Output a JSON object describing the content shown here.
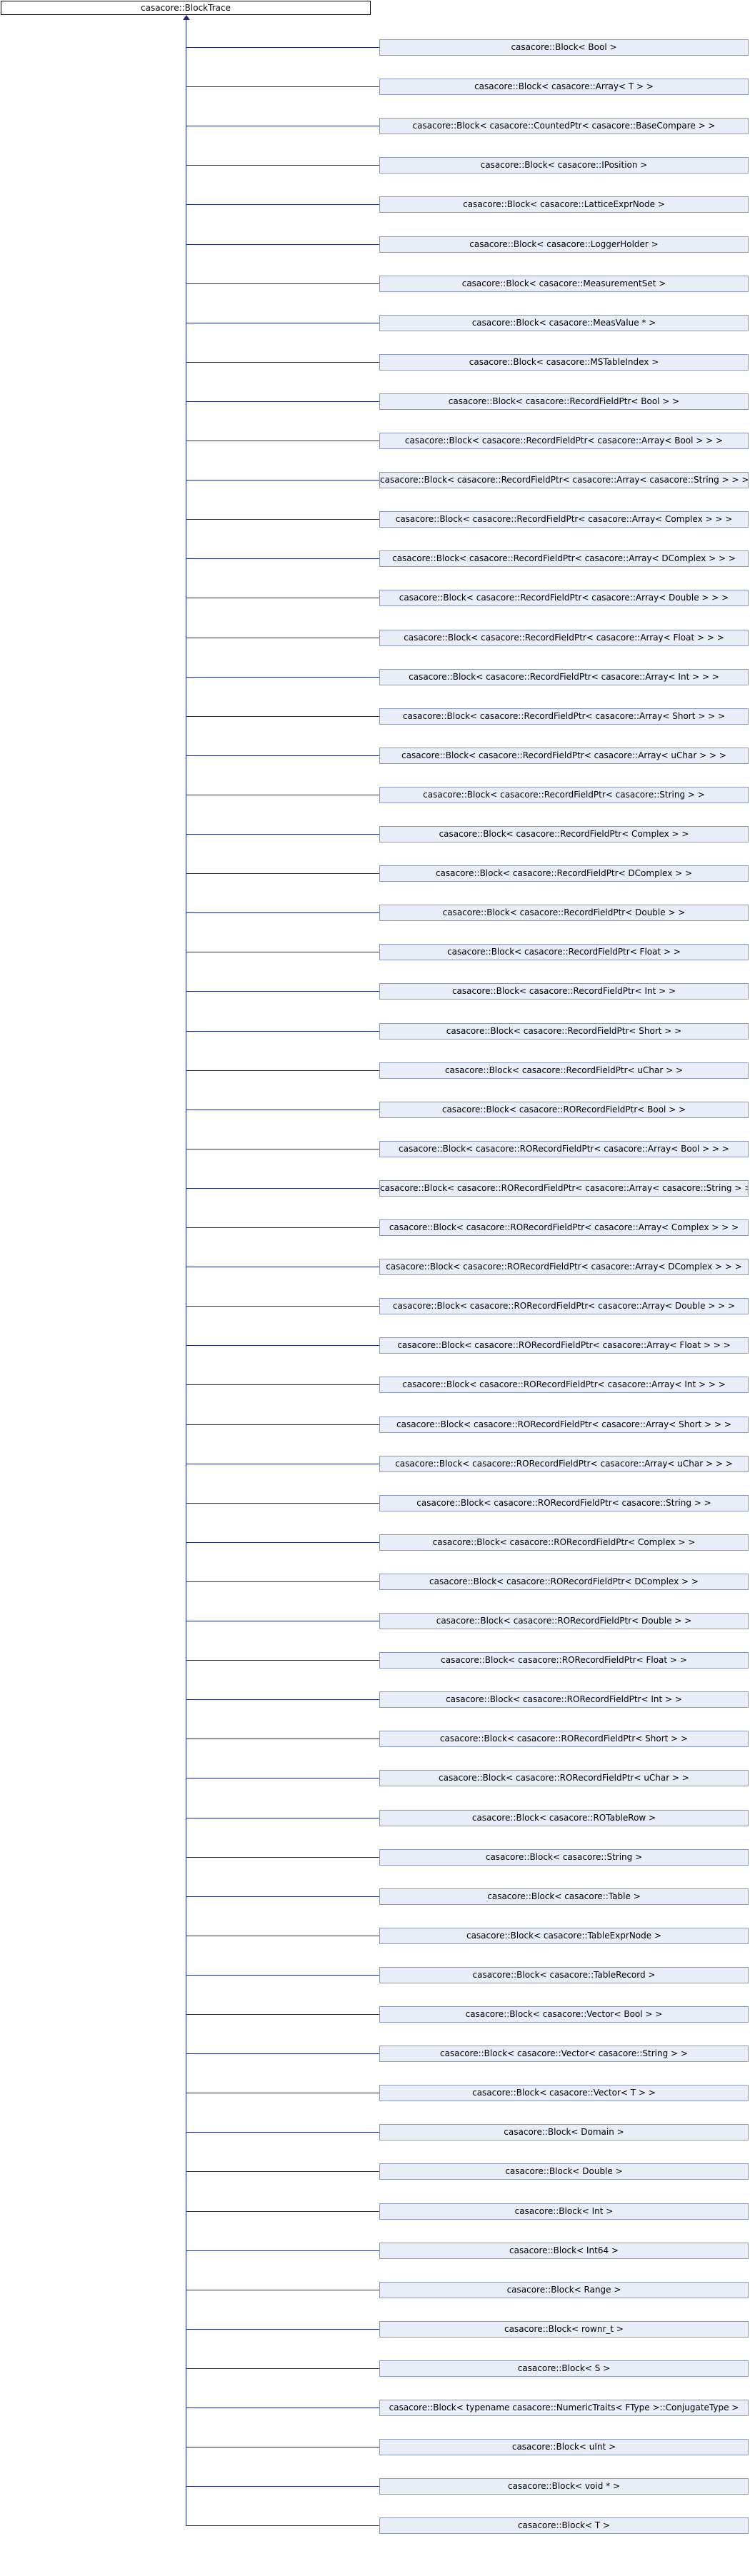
{
  "root": {
    "label": "casacore::BlockTrace"
  },
  "children": [
    "casacore::Block< Bool >",
    "casacore::Block< casacore::Array< T > >",
    "casacore::Block< casacore::CountedPtr< casacore::BaseCompare > >",
    "casacore::Block< casacore::IPosition >",
    "casacore::Block< casacore::LatticeExprNode >",
    "casacore::Block< casacore::LoggerHolder >",
    "casacore::Block< casacore::MeasurementSet >",
    "casacore::Block< casacore::MeasValue * >",
    "casacore::Block< casacore::MSTableIndex >",
    "casacore::Block< casacore::RecordFieldPtr< Bool > >",
    "casacore::Block< casacore::RecordFieldPtr< casacore::Array< Bool > > >",
    "casacore::Block< casacore::RecordFieldPtr< casacore::Array< casacore::String > > >",
    "casacore::Block< casacore::RecordFieldPtr< casacore::Array< Complex > > >",
    "casacore::Block< casacore::RecordFieldPtr< casacore::Array< DComplex > > >",
    "casacore::Block< casacore::RecordFieldPtr< casacore::Array< Double > > >",
    "casacore::Block< casacore::RecordFieldPtr< casacore::Array< Float > > >",
    "casacore::Block< casacore::RecordFieldPtr< casacore::Array< Int > > >",
    "casacore::Block< casacore::RecordFieldPtr< casacore::Array< Short > > >",
    "casacore::Block< casacore::RecordFieldPtr< casacore::Array< uChar > > >",
    "casacore::Block< casacore::RecordFieldPtr< casacore::String > >",
    "casacore::Block< casacore::RecordFieldPtr< Complex > >",
    "casacore::Block< casacore::RecordFieldPtr< DComplex > >",
    "casacore::Block< casacore::RecordFieldPtr< Double > >",
    "casacore::Block< casacore::RecordFieldPtr< Float > >",
    "casacore::Block< casacore::RecordFieldPtr< Int > >",
    "casacore::Block< casacore::RecordFieldPtr< Short > >",
    "casacore::Block< casacore::RecordFieldPtr< uChar > >",
    "casacore::Block< casacore::RORecordFieldPtr< Bool > >",
    "casacore::Block< casacore::RORecordFieldPtr< casacore::Array< Bool > > >",
    "casacore::Block< casacore::RORecordFieldPtr< casacore::Array< casacore::String > > >",
    "casacore::Block< casacore::RORecordFieldPtr< casacore::Array< Complex > > >",
    "casacore::Block< casacore::RORecordFieldPtr< casacore::Array< DComplex > > >",
    "casacore::Block< casacore::RORecordFieldPtr< casacore::Array< Double > > >",
    "casacore::Block< casacore::RORecordFieldPtr< casacore::Array< Float > > >",
    "casacore::Block< casacore::RORecordFieldPtr< casacore::Array< Int > > >",
    "casacore::Block< casacore::RORecordFieldPtr< casacore::Array< Short > > >",
    "casacore::Block< casacore::RORecordFieldPtr< casacore::Array< uChar > > >",
    "casacore::Block< casacore::RORecordFieldPtr< casacore::String > >",
    "casacore::Block< casacore::RORecordFieldPtr< Complex > >",
    "casacore::Block< casacore::RORecordFieldPtr< DComplex > >",
    "casacore::Block< casacore::RORecordFieldPtr< Double > >",
    "casacore::Block< casacore::RORecordFieldPtr< Float > >",
    "casacore::Block< casacore::RORecordFieldPtr< Int > >",
    "casacore::Block< casacore::RORecordFieldPtr< Short > >",
    "casacore::Block< casacore::RORecordFieldPtr< uChar > >",
    "casacore::Block< casacore::ROTableRow >",
    "casacore::Block< casacore::String >",
    "casacore::Block< casacore::Table >",
    "casacore::Block< casacore::TableExprNode >",
    "casacore::Block< casacore::TableRecord >",
    "casacore::Block< casacore::Vector< Bool > >",
    "casacore::Block< casacore::Vector< casacore::String > >",
    "casacore::Block< casacore::Vector< T > >",
    "casacore::Block< Domain >",
    "casacore::Block< Double >",
    "casacore::Block< Int >",
    "casacore::Block< Int64 >",
    "casacore::Block< Range >",
    "casacore::Block< rownr_t >",
    "casacore::Block< S >",
    "casacore::Block< typename casacore::NumericTraits< FType >::ConjugateType >",
    "casacore::Block< uInt >",
    "casacore::Block< void * >",
    "casacore::Block< T >"
  ],
  "colors": {
    "edge": "#1c2a8a",
    "child_fill": "#e8edf7",
    "child_border": "#8a9ac4",
    "root_border": "#000000"
  }
}
